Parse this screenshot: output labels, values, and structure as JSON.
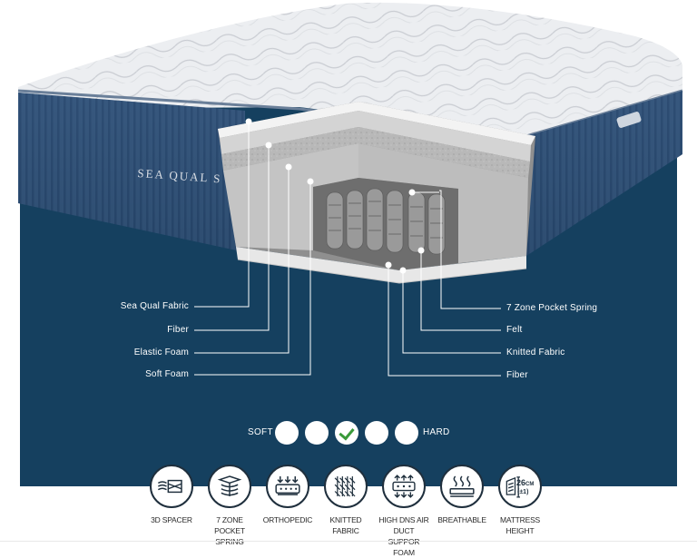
{
  "brand": "SEA QUAL S",
  "layers_left": [
    {
      "label": "Sea Qual Fabric"
    },
    {
      "label": "Fiber"
    },
    {
      "label": "Elastic Foam"
    },
    {
      "label": "Soft Foam"
    }
  ],
  "layers_right": [
    {
      "label": "7 Zone Pocket Spring"
    },
    {
      "label": "Felt"
    },
    {
      "label": "Knitted Fabric"
    },
    {
      "label": "Fiber"
    }
  ],
  "firmness": {
    "soft_label": "SOFT",
    "hard_label": "HARD",
    "levels": 5,
    "selected_level": 3,
    "selected_color": "#3a9a3a"
  },
  "features": [
    {
      "icon": "3d-spacer-icon",
      "label": "3D SPACER"
    },
    {
      "icon": "pocket-spring-icon",
      "label": "7 ZONE POCKET SPRING"
    },
    {
      "icon": "orthopedic-icon",
      "label": "ORTHOPEDIC"
    },
    {
      "icon": "knitted-fabric-icon",
      "label": "KNITTED FABRIC"
    },
    {
      "icon": "air-duct-foam-icon",
      "label": "HIGH DNS AIR DUCT SUPPOR FOAM"
    },
    {
      "icon": "breathable-icon",
      "label": "BREATHABLE"
    },
    {
      "icon": "mattress-height-icon",
      "label": "MATTRESS HEIGHT",
      "height_value": "26",
      "height_unit": "CM",
      "height_tolerance": "(±1)"
    }
  ],
  "colors": {
    "panel": "#15405f",
    "mattress_side": "#2f4f73",
    "quilt_top": "#eef0f2",
    "label_text": "#ffffff"
  }
}
